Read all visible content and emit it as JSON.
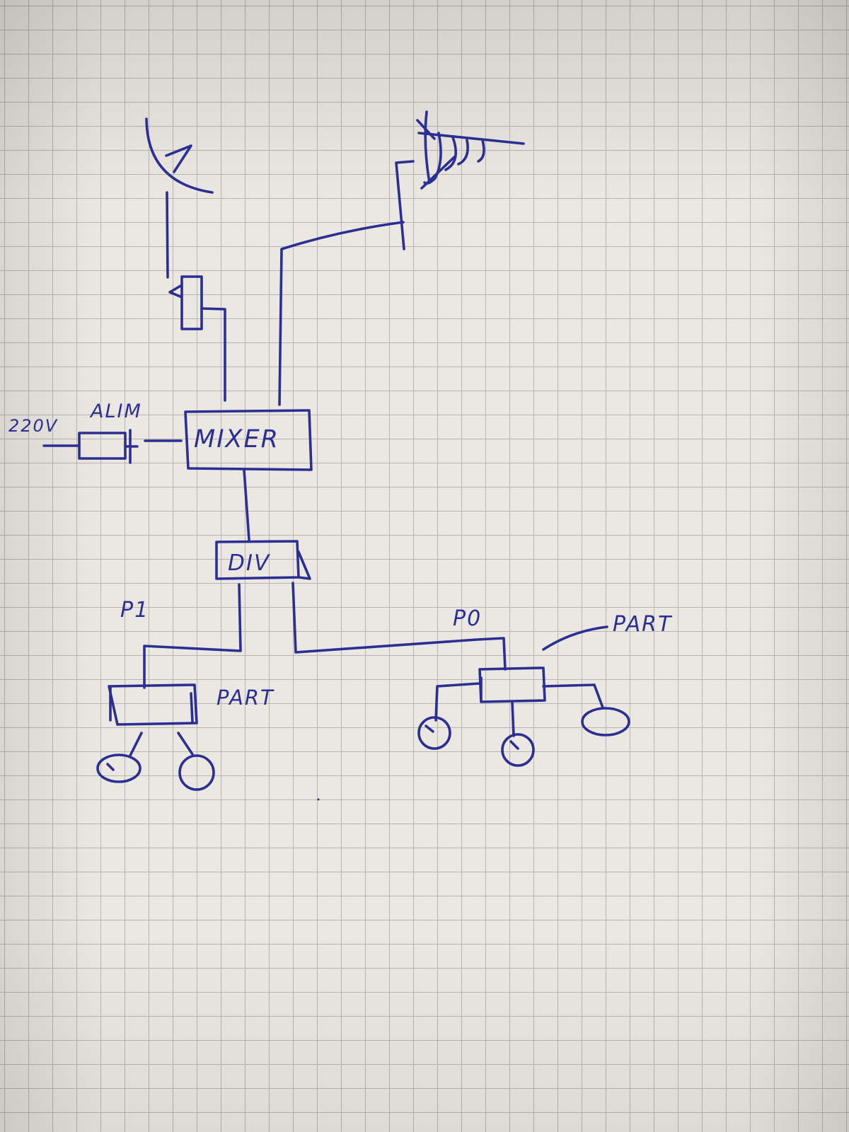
{
  "diagram": {
    "ink_color": "#2b2f93",
    "paper_color": "#ebe8e1",
    "grid_color": "#b9b6b0",
    "labels": {
      "power_voltage": "220V",
      "power_supply": "ALIM",
      "mixer": "MIXER",
      "divider": "DIV",
      "branch_left": "P1",
      "branch_right": "P0",
      "splitter_left": "PART",
      "splitter_right": "PART"
    }
  }
}
